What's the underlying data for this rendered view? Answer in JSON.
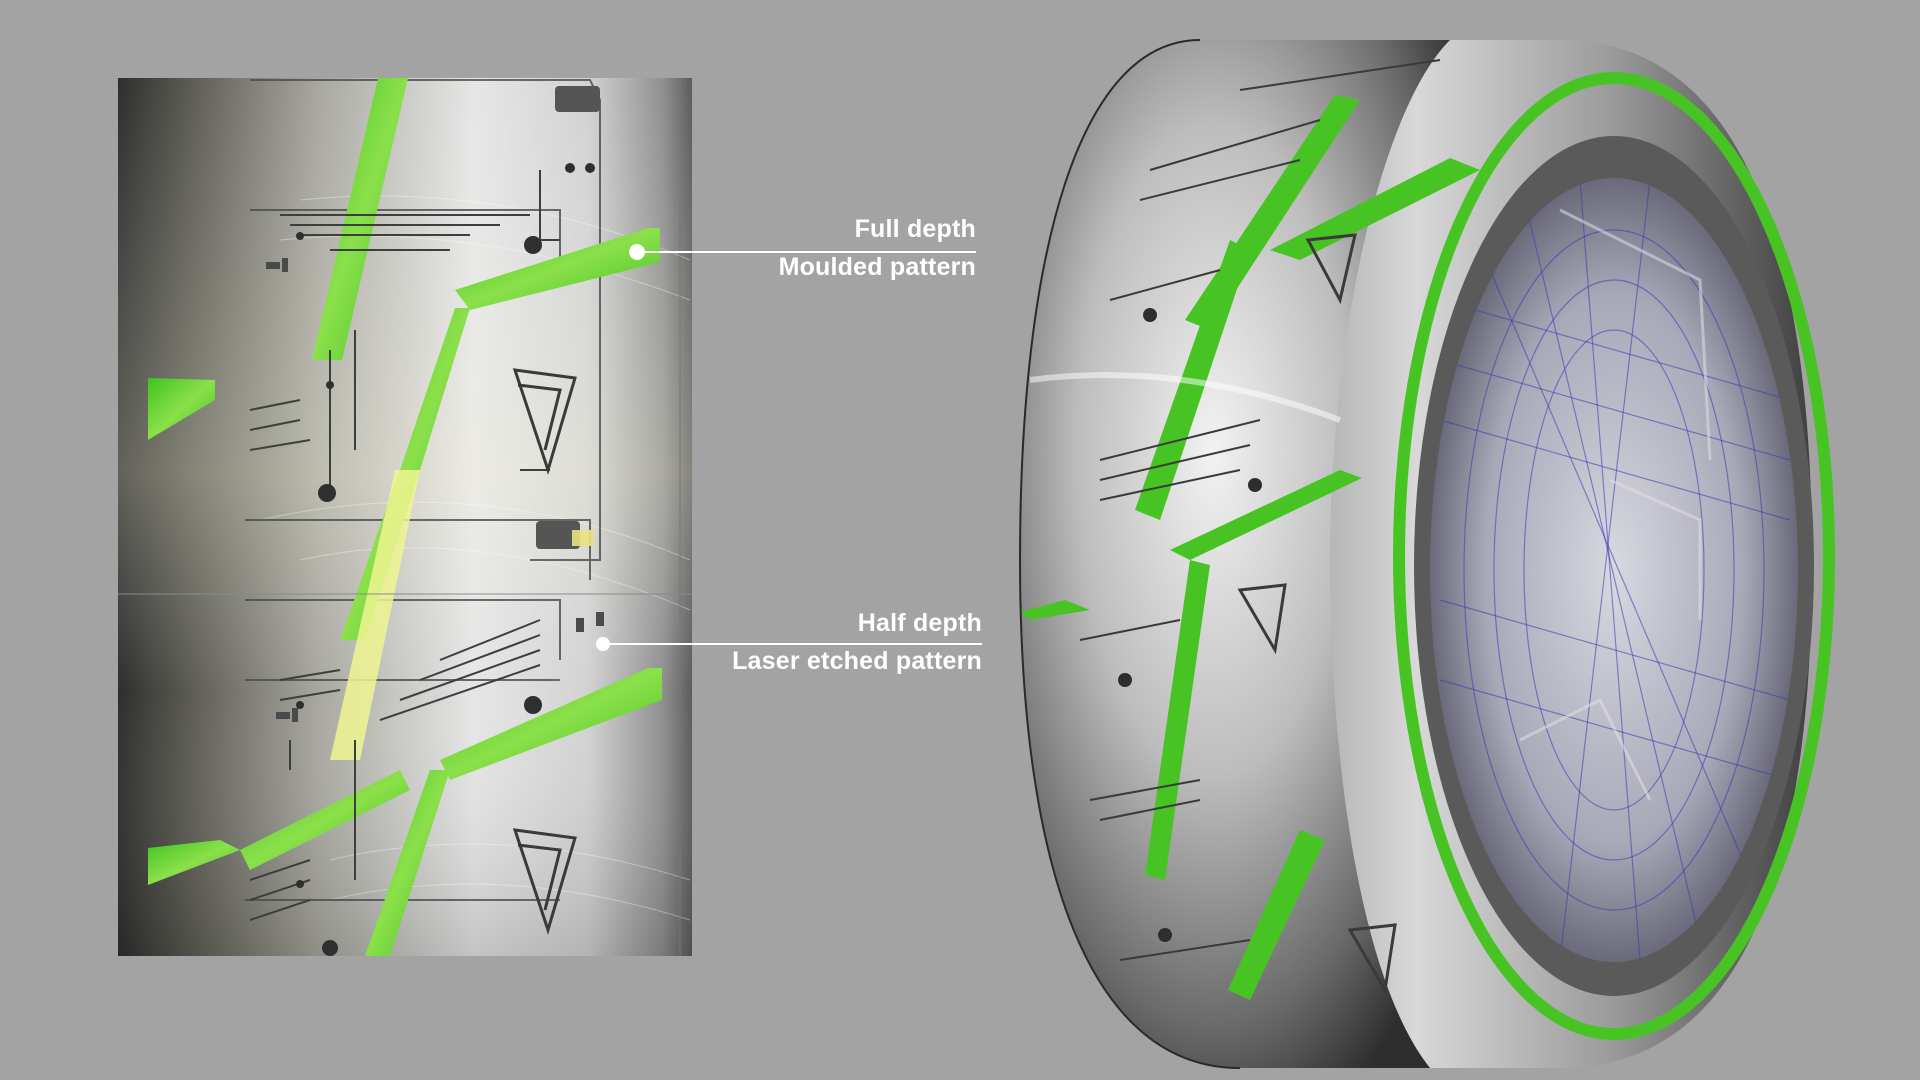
{
  "callouts": {
    "full_depth": {
      "title": "Full depth",
      "subtitle": "Moulded pattern"
    },
    "half_depth": {
      "title": "Half depth",
      "subtitle": "Laser etched pattern"
    }
  },
  "colors": {
    "background": "#a3a3a3",
    "accent_green": "#4fd12a",
    "tire_silver": "#c9c9c9",
    "tire_dark": "#3c3c3c",
    "wireframe_blue": "#4a4ab8",
    "label_text": "#ffffff"
  }
}
